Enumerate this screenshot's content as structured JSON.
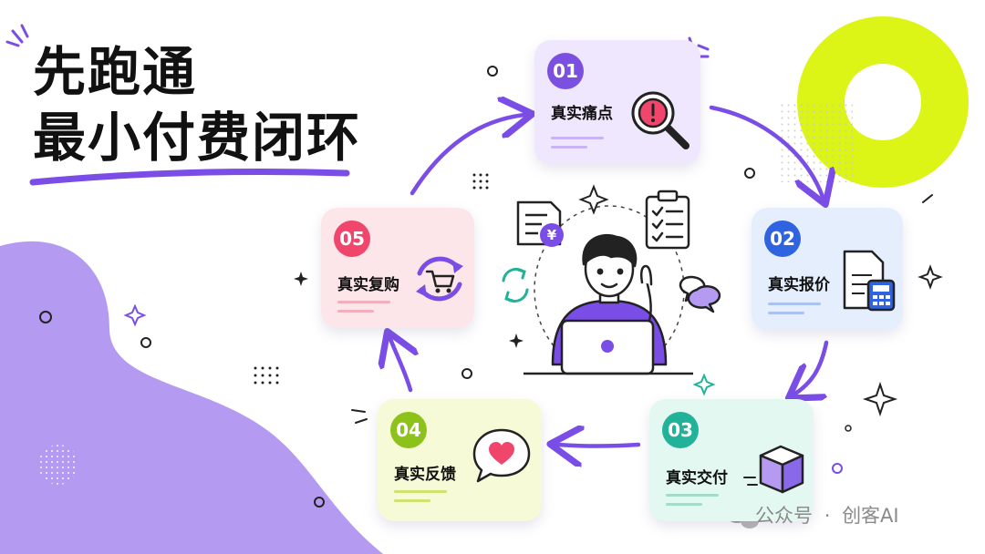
{
  "title": {
    "line1": "先跑通",
    "line2": "最小付费闭环"
  },
  "steps": [
    {
      "number": "01",
      "label": "真实痛点",
      "icon": "magnifier-alert-icon",
      "accent": "#7b4fe0",
      "bg": "#efe7fd",
      "stripe": "#c8b4f5"
    },
    {
      "number": "02",
      "label": "真实报价",
      "icon": "quote-calculator-icon",
      "accent": "#2f63e0",
      "bg": "#e4eefd",
      "stripe": "#a9c2f3"
    },
    {
      "number": "03",
      "label": "真实交付",
      "icon": "package-box-icon",
      "accent": "#22b29a",
      "bg": "#e2f8f1",
      "stripe": "#a3dcc9"
    },
    {
      "number": "04",
      "label": "真实反馈",
      "icon": "heart-chat-icon",
      "accent": "#8cc21a",
      "bg": "#f6fad6",
      "stripe": "#cfe36e"
    },
    {
      "number": "05",
      "label": "真实复购",
      "icon": "repeat-cart-icon",
      "accent": "#f0466c",
      "bg": "#fde6ea",
      "stripe": "#f4aebb"
    }
  ],
  "center": {
    "illustration": "person-laptop-idea",
    "invoice_symbol": "¥"
  },
  "watermark": {
    "prefix": "公众号",
    "separator": "·",
    "name": "创客AI",
    "icon": "wechat-icon"
  },
  "colors": {
    "arrow": "#7a4de6",
    "purple_blob": "#b49bf1",
    "lime_ring": "#dcf516"
  }
}
